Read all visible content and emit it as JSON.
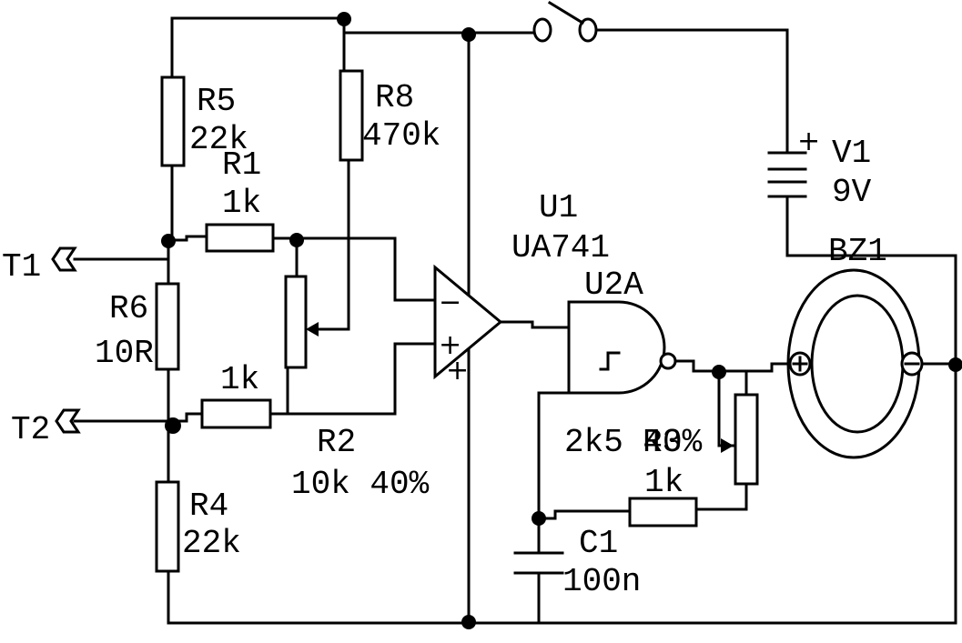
{
  "terminals": {
    "t1": "T1",
    "t2": "T2"
  },
  "resistors": {
    "r5": {
      "ref": "R5",
      "value": "22k"
    },
    "r8": {
      "ref": "R8",
      "value": "470k"
    },
    "r1": {
      "ref": "R1",
      "value": "1k"
    },
    "r6": {
      "ref": "R6",
      "value": "10R"
    },
    "r3": {
      "value": "1k"
    },
    "r4": {
      "ref": "R4",
      "value": "22k"
    },
    "r2": {
      "ref": "R2",
      "value": "10k 40%"
    },
    "r4b": {
      "ref": "R4",
      "value": "1k"
    },
    "r3pot": {
      "ref": "R3",
      "value": "2k5 40%"
    }
  },
  "opamp": {
    "ref": "U1",
    "part": "UA741",
    "minus": "−",
    "plus": "+",
    "plus2": "+"
  },
  "gate": {
    "ref": "U2A"
  },
  "capacitor": {
    "ref": "C1",
    "value": "100n"
  },
  "battery": {
    "ref": "V1",
    "value": "9V",
    "polarity": "+"
  },
  "buzzer": {
    "ref": "BZ1"
  }
}
